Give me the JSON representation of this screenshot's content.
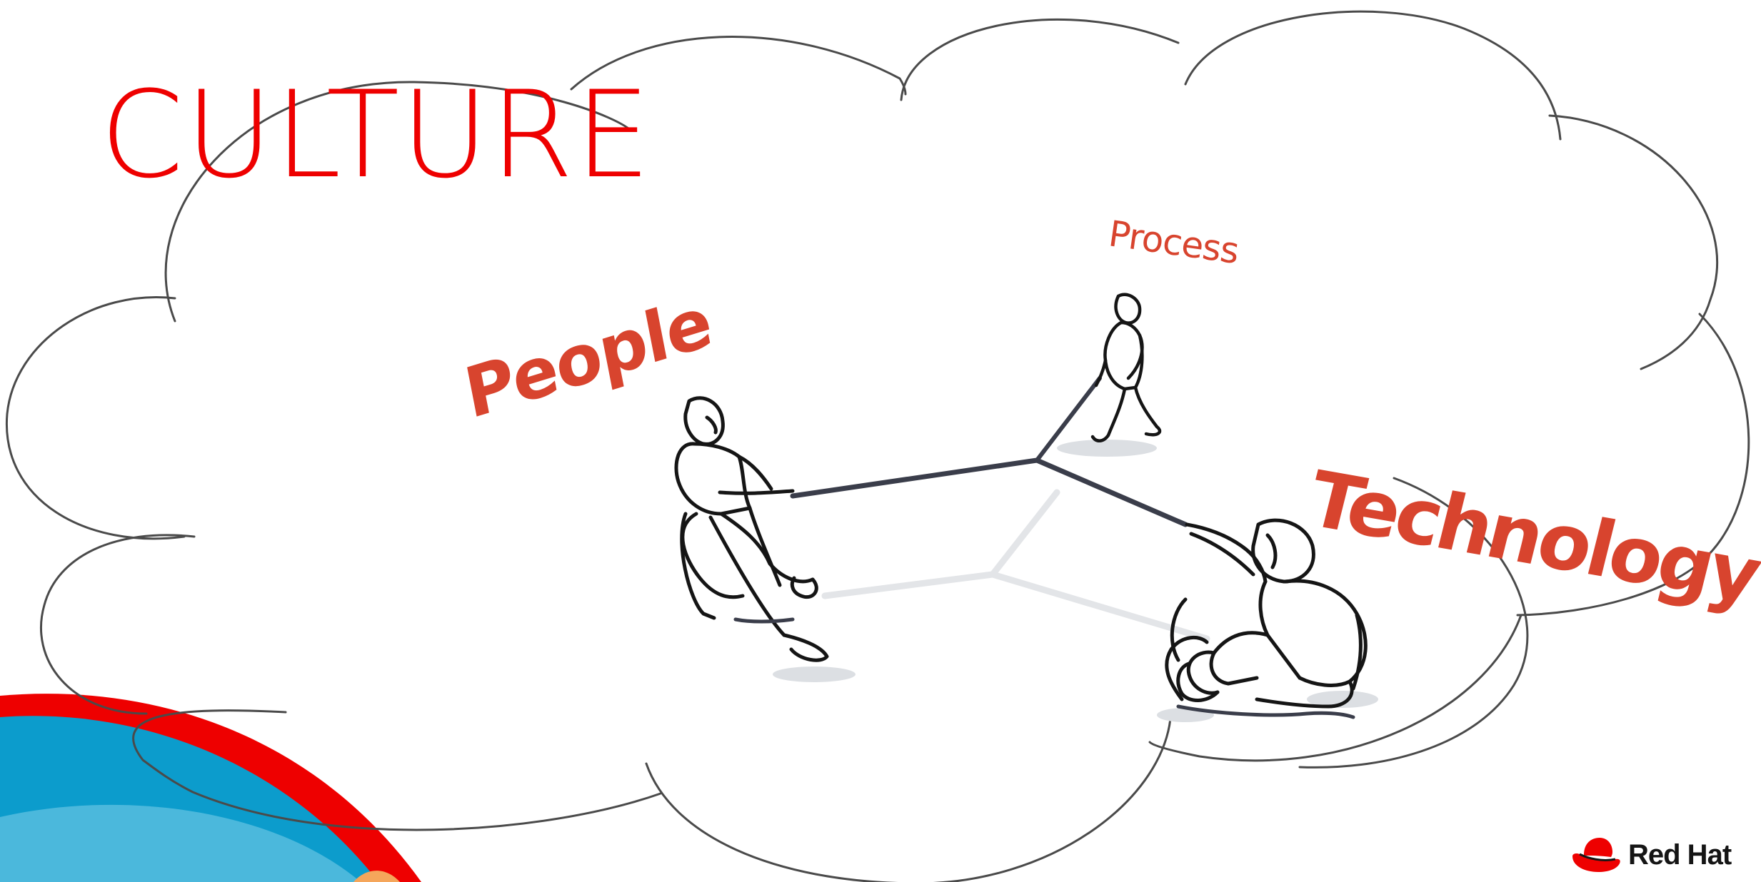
{
  "slide": {
    "title": "CULTURE",
    "labels": {
      "people": "People",
      "process": "Process",
      "technology": "Technology"
    },
    "logo": {
      "text": "Red Hat",
      "icon": "red-hat-fedora-icon"
    }
  },
  "colors": {
    "title": "#ee0000",
    "handwriting": "#d8442e",
    "cloud_outline": "#4a4a4a",
    "sketch_ink": "#151515",
    "rope": "#3a3d4a",
    "corner_red": "#ee0000",
    "corner_blue": "#0c9ccc",
    "corner_light_blue": "#4bb8dc",
    "corner_orange": "#f5a65b"
  }
}
